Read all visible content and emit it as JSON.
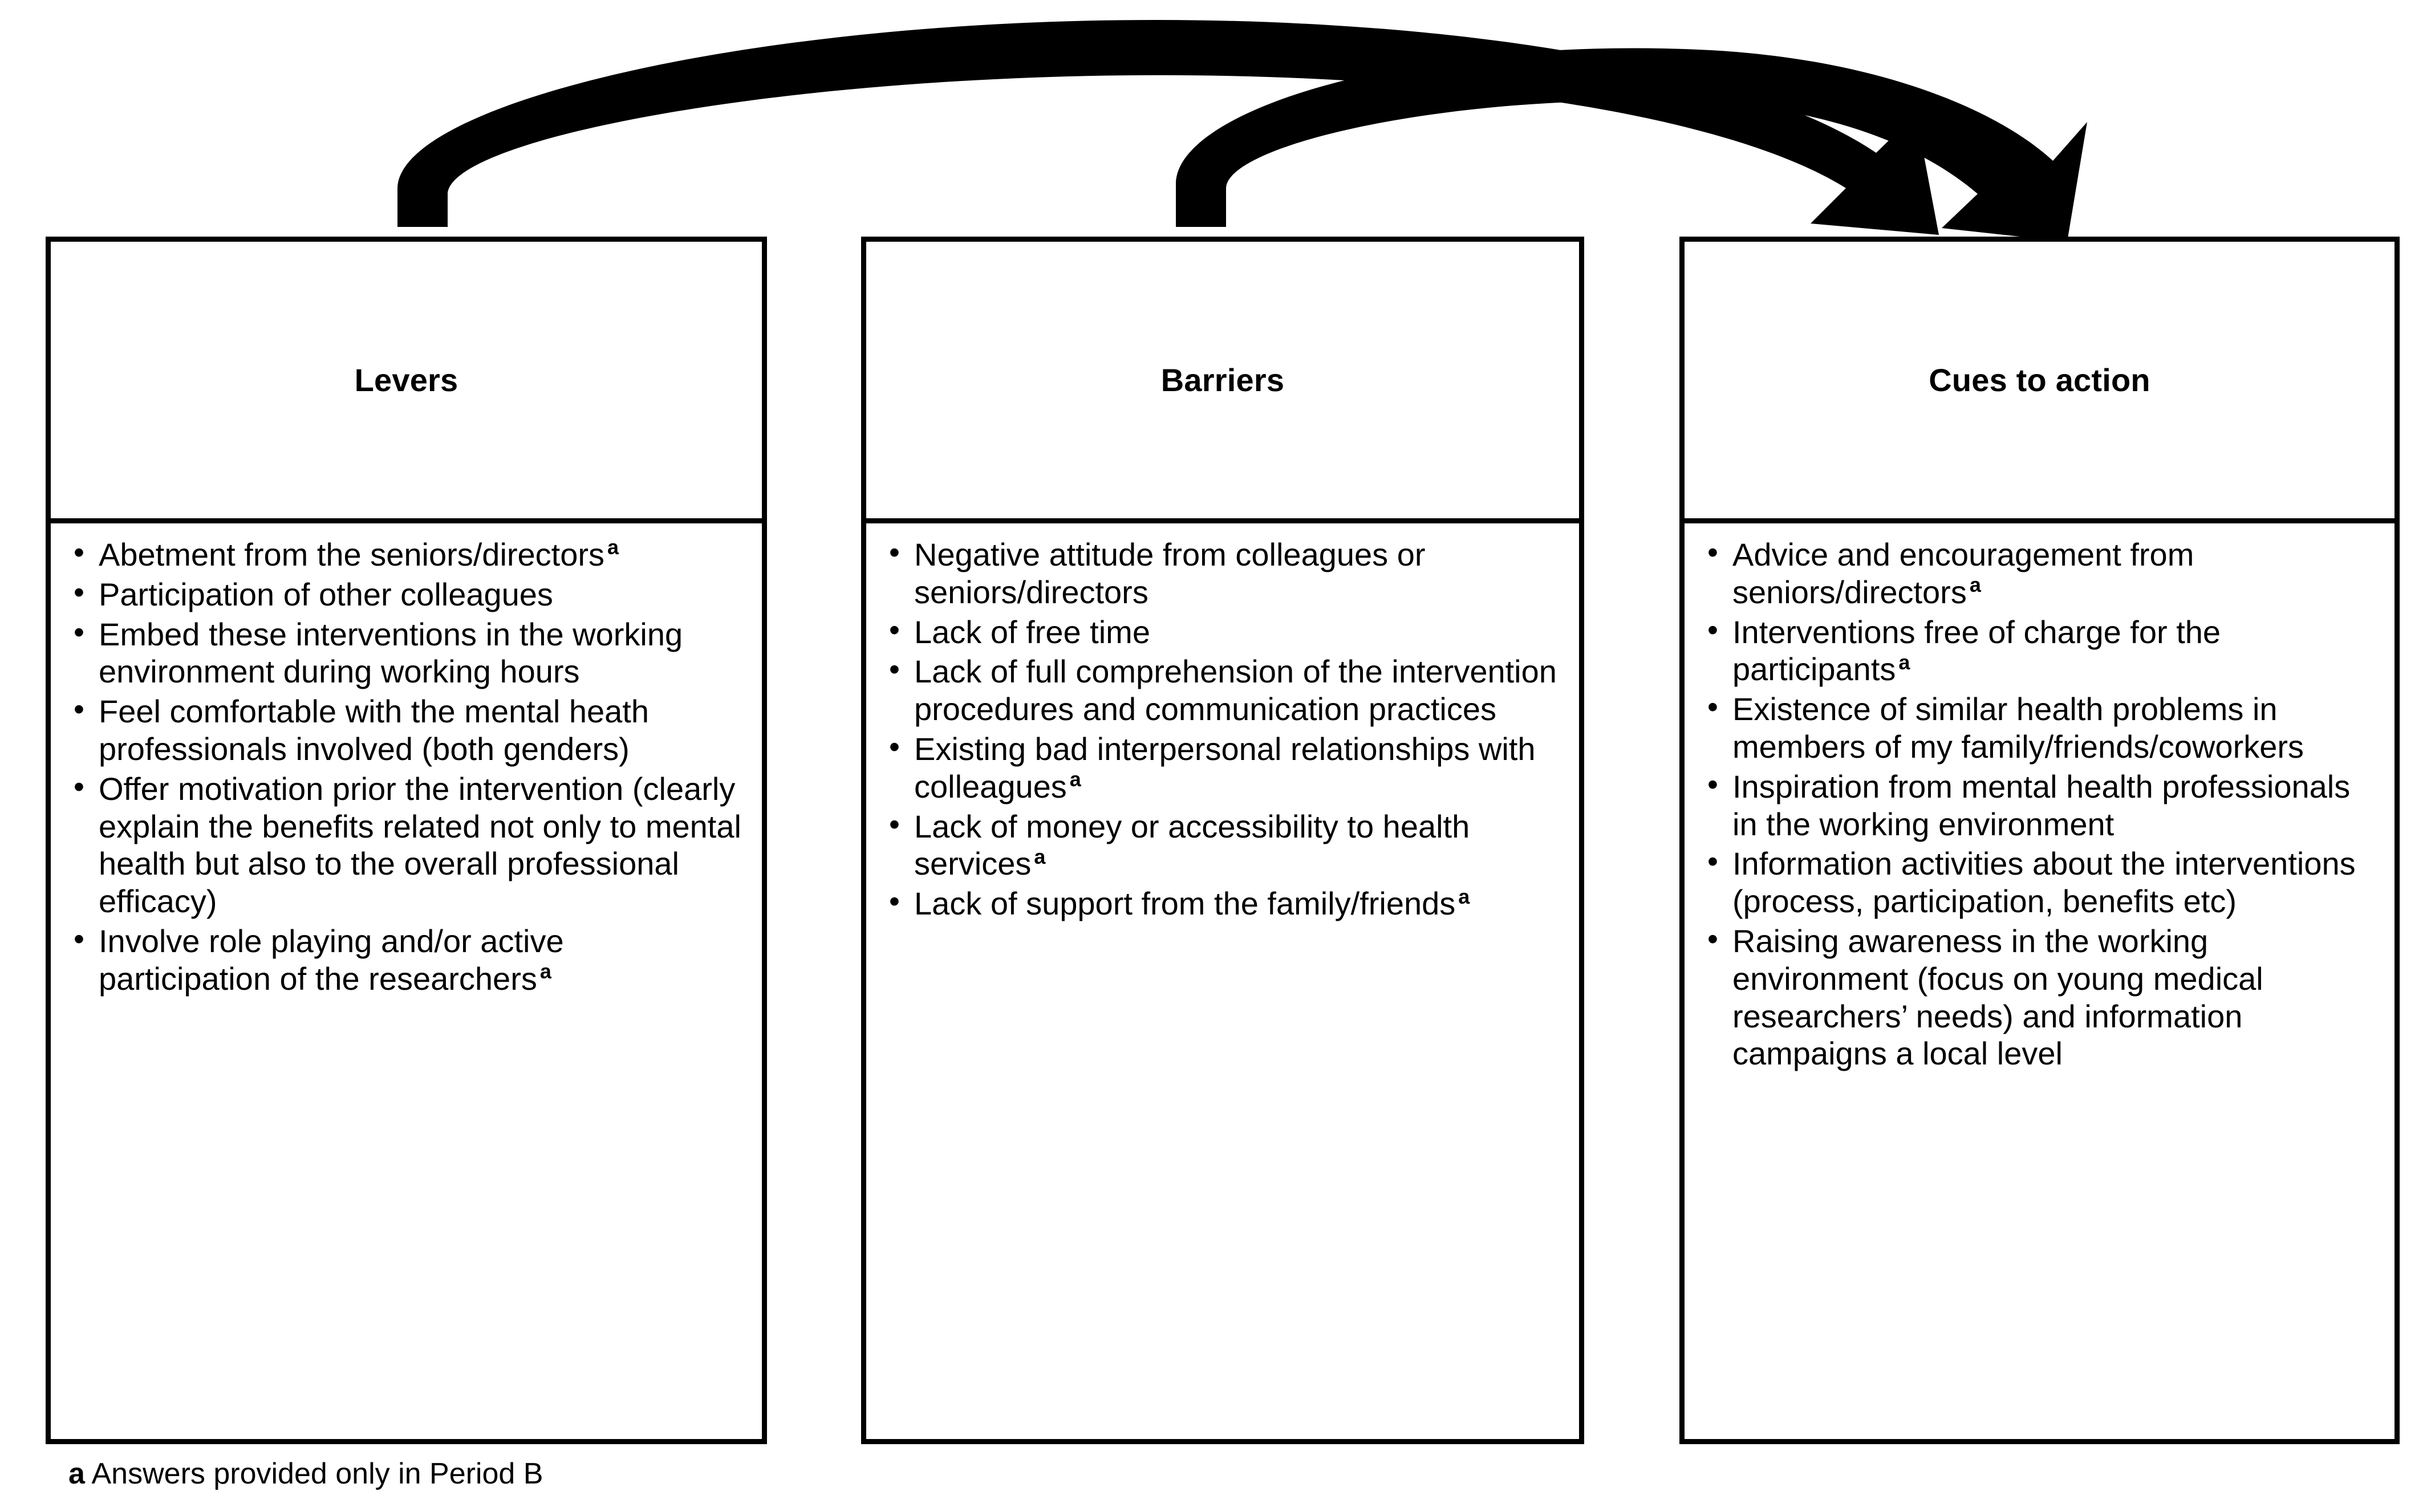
{
  "diagram": {
    "type": "three-column-list-diagram",
    "background_color": "#ffffff",
    "line_color": "#000000",
    "columns": [
      {
        "id": "levers",
        "title": "Levers",
        "items": [
          {
            "text": "Abetment from the seniors/directors",
            "note": "a"
          },
          {
            "text": "Participation of other colleagues",
            "note": ""
          },
          {
            "text": "Embed these interventions in the working environment during working hours",
            "note": ""
          },
          {
            "text": "Feel comfortable with the mental heath professionals involved (both genders)",
            "note": ""
          },
          {
            "text": "Offer motivation prior the intervention (clearly explain the benefits related not only to mental health but also to the overall professional efficacy)",
            "note": ""
          },
          {
            "text": "Involve role playing and/or active participation of the researchers",
            "note": "a"
          }
        ]
      },
      {
        "id": "barriers",
        "title": "Barriers",
        "items": [
          {
            "text": "Negative attitude from colleagues or seniors/directors",
            "note": ""
          },
          {
            "text": "Lack of free time",
            "note": ""
          },
          {
            "text": "Lack of full comprehension of the intervention procedures and communication practices",
            "note": ""
          },
          {
            "text": "Existing bad interpersonal relationships with colleagues",
            "note": "a"
          },
          {
            "text": "Lack of money or accessibility to health services",
            "note": "a"
          },
          {
            "text": "Lack of support from the family/friends",
            "note": "a"
          }
        ]
      },
      {
        "id": "cues-to-action",
        "title": "Cues to action",
        "items": [
          {
            "text": "Advice and encouragement from seniors/directors",
            "note": "a"
          },
          {
            "text": "Interventions free of charge for the participants",
            "note": "a"
          },
          {
            "text": "Existence of similar health problems in members of my family/friends/coworkers",
            "note": ""
          },
          {
            "text": "Inspiration from mental health professionals in the working environment",
            "note": ""
          },
          {
            "text": "Information activities about the interventions (process, participation, benefits etc)",
            "note": ""
          },
          {
            "text": "Raising awareness in the working environment  (focus on young medical researchers’ needs) and information campaigns a local level",
            "note": ""
          }
        ]
      }
    ],
    "arrows": [
      {
        "id": "arrow-levers-to-cues",
        "from": "levers",
        "to": "cues-to-action",
        "style": "curved-block-arrow"
      },
      {
        "id": "arrow-barriers-to-cues",
        "from": "barriers",
        "to": "cues-to-action",
        "style": "curved-block-arrow"
      }
    ],
    "footnote": {
      "marker": "a",
      "text": "Answers provided only in Period B"
    }
  }
}
